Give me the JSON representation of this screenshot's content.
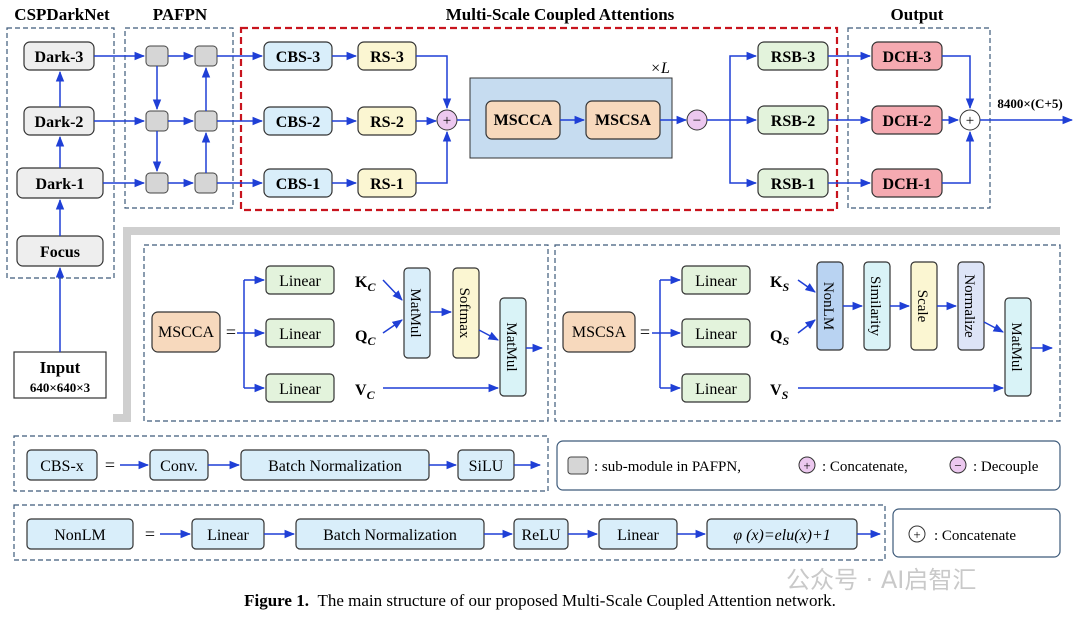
{
  "headers": {
    "cspdarknet": "CSPDarkNet",
    "pafpn": "PAFPN",
    "msca": "Multi-Scale Coupled Attentions",
    "output": "Output"
  },
  "backbone": {
    "dark3": "Dark-3",
    "dark2": "Dark-2",
    "dark1": "Dark-1",
    "focus": "Focus",
    "input_label": "Input",
    "input_size": "640×640×3"
  },
  "neck": {
    "cbs3": "CBS-3",
    "cbs2": "CBS-2",
    "cbs1": "CBS-1",
    "rs3": "RS-3",
    "rs2": "RS-2",
    "rs1": "RS-1",
    "mscca": "MSCCA",
    "mscsa": "MSCSA",
    "repeat": "×L",
    "concat_symbol": "+",
    "decouple_symbol": "−"
  },
  "heads": {
    "rsb3": "RSB-3",
    "rsb2": "RSB-2",
    "rsb1": "RSB-1",
    "dch3": "DCH-3",
    "dch2": "DCH-2",
    "dch1": "DCH-1",
    "output_size": "8400×(C+5)"
  },
  "mscca_detail": {
    "name": "MSCCA",
    "eq": "=",
    "linear": "Linear",
    "k": "K",
    "q": "Q",
    "v": "V",
    "sub": "C",
    "matmul1": "MatMul",
    "softmax": "Softmax",
    "matmul2": "MatMul"
  },
  "mscsa_detail": {
    "name": "MSCSA",
    "eq": "=",
    "linear": "Linear",
    "k": "K",
    "q": "Q",
    "v": "V",
    "sub": "S",
    "nonlm": "NonLM",
    "similarity": "Similarity",
    "scale": "Scale",
    "normalize": "Normalize",
    "matmul": "MatMul"
  },
  "cbs_def": {
    "name": "CBS-x",
    "eq": "=",
    "conv": "Conv.",
    "bn": "Batch Normalization",
    "act": "SiLU"
  },
  "nonlm_def": {
    "name": "NonLM",
    "eq": "=",
    "linear1": "Linear",
    "bn": "Batch Normalization",
    "act": "ReLU",
    "linear2": "Linear",
    "phi": "φ (x)=elu(x)+1"
  },
  "legend": {
    "submodule": ": sub-module in PAFPN,",
    "concat": ": Concatenate,",
    "decouple": ": Decouple",
    "concat2": ": Concatenate",
    "plus": "+",
    "minus": "−"
  },
  "caption": {
    "figure": "Figure 1.",
    "text": "The main structure of our proposed Multi-Scale Coupled Attention network."
  },
  "watermark": "公众号 · AI启智汇",
  "colors": {
    "arrow": "#1f3fd6",
    "blue_box": "#d9eefa",
    "yellow_box": "#fbf6d2",
    "orange_box": "#f7d9bd",
    "green_box": "#e3f3dc",
    "red_box": "#f5aab1",
    "gray_box": "#d6d6d6",
    "panel": "#c6dcf0",
    "red_dash": "#c8141e"
  }
}
